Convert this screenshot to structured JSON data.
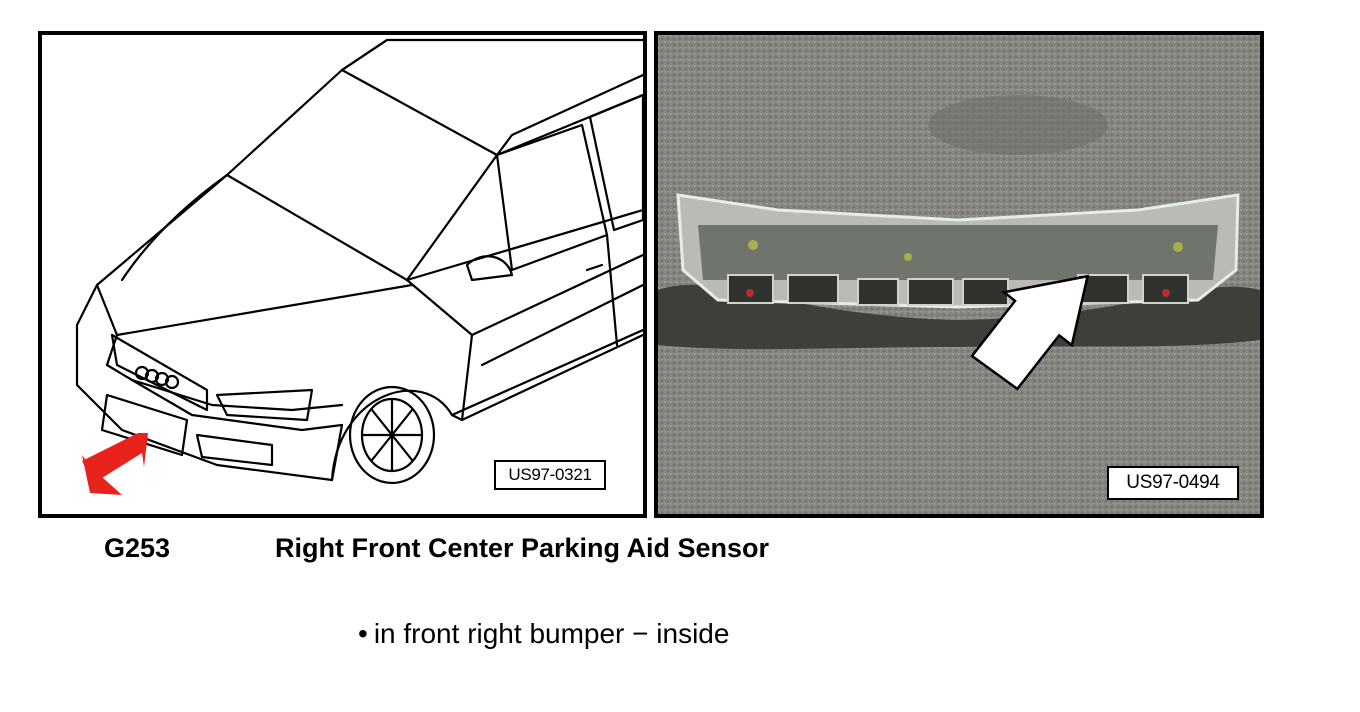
{
  "figures": [
    {
      "id": "left",
      "label": "US97-0321"
    },
    {
      "id": "right",
      "label": "US97-0494"
    }
  ],
  "component": {
    "code": "G253",
    "name": "Right Front Center Parking Aid Sensor"
  },
  "location": {
    "bullet": "•",
    "text": "in front right bumper − inside"
  },
  "colors": {
    "indicator_arrow": "#e8231c",
    "photo_background": "#8a8a86"
  }
}
